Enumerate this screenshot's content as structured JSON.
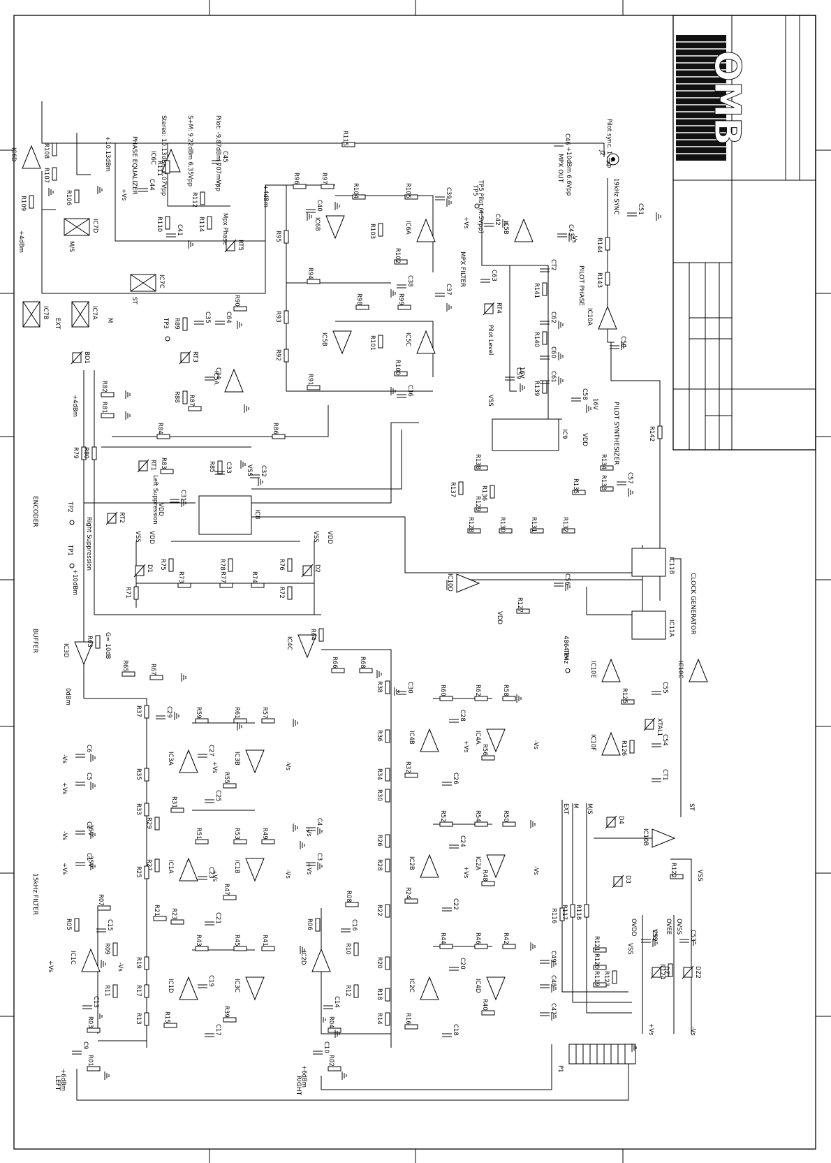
{
  "title_block": {
    "logo": "OMB"
  },
  "sections": {
    "encoder": "ENCODER",
    "buffer": "BUFFER",
    "filter_15k": "15kHz FILTER",
    "mpx_filter": "MPX FILTER",
    "pilot_synth": "PILOT SYNTHESIZER",
    "clock_gen": "CLOCK GENERATOR",
    "pilot_phase": "PILOT PHASE",
    "phase_eq": "PHASE EQUALIZER",
    "left_in": "LEFT",
    "right_in": "RIGHT",
    "mpx_out": "MPX OUT"
  },
  "levels": {
    "left_in": "+6dBm",
    "right_in": "+6dBm",
    "lvl_plus4_a": "+4dBm",
    "lvl_plus4_b": "+4dBm",
    "lvl_plus4_c": "+4dBm",
    "lvl_plus10_a": "+10dBm",
    "lvl_plus10_b": "+10.13dBm",
    "lvl_0": "0dBm",
    "mpx_out_lvl": "+10dBm 6.6Vpp",
    "pilot_sync": "Pilot sync. 1 Vpp",
    "stereo_note": "Stereo: 10.13dBm 7.07Vpp",
    "spm_note": "S+M: 9.22dBm 6.35Vpp",
    "pilot_note": "Pilot: -9.87dBm 707mVpp",
    "tp5_note": "TP5 Pilot (4.5Vpp)",
    "sync_19k": "19kHz SYNC",
    "clk_freq": "4864 kHz",
    "g10db": "G= 10dB"
  },
  "test_points": {
    "tp1": "TP1",
    "tp2": "TP2",
    "tp3": "TP3",
    "tp4": "TP4",
    "tp5": "TP5"
  },
  "ic_labels": {
    "ic1a": "IC1A",
    "ic1b": "IC1B",
    "ic1c": "IC1C",
    "ic1d": "IC1D",
    "ic2a": "IC2A",
    "ic2b": "IC2B",
    "ic2c": "IC2C",
    "ic2d": "IC2D",
    "ic3a": "IC3A",
    "ic3b": "IC3B",
    "ic3c": "IC3C",
    "ic3d": "IC3D",
    "ic4a": "IC4A",
    "ic4b": "IC4B",
    "ic4c": "IC4C",
    "ic4d": "IC4D",
    "ic5a": "IC5A",
    "ic5b": "IC5B",
    "ic5c": "IC5C",
    "ic6a": "IC6A",
    "ic6b": "IC6B",
    "ic6c": "IC6C",
    "ic6d": "IC6D",
    "ic7a": "IC7A",
    "ic7b": "IC7B",
    "ic7c": "IC7C",
    "ic7d": "IC7D",
    "ic8": "IC8",
    "ic9": "IC9",
    "ic10a": "IC10A",
    "ic10b": "IC10B",
    "ic10c": "IC10C",
    "ic10d": "IC10D",
    "ic10e": "IC10E",
    "ic10f": "IC10F",
    "ic11a": "IC11A",
    "ic11b": "IC11B"
  },
  "resistors": {
    "r01": "R01",
    "r02": "R02",
    "r03": "R03",
    "r04": "R04",
    "r05": "R05",
    "r06": "R06",
    "r07": "R07",
    "r08": "R08",
    "r09": "R09",
    "r10": "R10",
    "r11": "R11",
    "r12": "R12",
    "r13": "R13",
    "r14": "R14",
    "r15": "R15",
    "r16": "R16",
    "r17": "R17",
    "r18": "R18",
    "r19": "R19",
    "r20": "R20",
    "r21": "R21",
    "r22": "R22",
    "r23": "R23",
    "r24": "R24",
    "r25": "R25",
    "r26": "R26",
    "r27": "R27",
    "r28": "R28",
    "r29": "R29",
    "r30": "R30",
    "r31": "R31",
    "r32": "R32",
    "r33": "R33",
    "r34": "R34",
    "r35": "R35",
    "r36": "R36",
    "r37": "R37",
    "r38": "R38",
    "r39": "R39",
    "r40": "R40",
    "r41": "R41",
    "r42": "R42",
    "r43": "R43",
    "r44": "R44",
    "r45": "R45",
    "r46": "R46",
    "r47": "R47",
    "r48": "R48",
    "r49": "R49",
    "r50": "R50",
    "r51": "R51",
    "r52": "R52",
    "r53": "R53",
    "r54": "R54",
    "r55": "R55",
    "r56": "R56",
    "r57": "R57",
    "r58": "R58",
    "r59": "R59",
    "r60": "R60",
    "r61": "R61",
    "r62": "R62",
    "r63": "R63",
    "r64": "R64",
    "r65": "R65",
    "r66": "R66",
    "r67": "R67",
    "r68": "R68",
    "r71": "R71",
    "r72": "R72",
    "r73": "R73",
    "r74": "R74",
    "r75": "R75",
    "r76": "R76",
    "r77": "R77",
    "r78": "R78",
    "r79": "R79",
    "r80": "R80",
    "r81": "R81",
    "r82": "R82",
    "r83": "R83",
    "r84": "R84",
    "r85": "R85",
    "r86": "R86",
    "r87": "R87",
    "r88": "R88",
    "r89": "R89",
    "r90": "R90",
    "r91": "R91",
    "r92": "R92",
    "r93": "R93",
    "r94": "R94",
    "r95": "R95",
    "r96": "R96",
    "r97": "R97",
    "r98": "R98",
    "r99": "R99",
    "r100": "R100",
    "r101": "R101",
    "r102": "R102",
    "r103": "R103",
    "r104": "R104",
    "r105": "R105",
    "r106": "R106",
    "r107": "R107",
    "r108": "R108",
    "r109": "R109",
    "r110": "R110",
    "r111": "R111",
    "r112": "R112",
    "r113": "R113",
    "r114": "R114",
    "r115": "R115",
    "r116": "R116",
    "r117": "R117",
    "r118": "R118",
    "r119": "R119",
    "r120": "R120",
    "r121": "R121",
    "r122": "R122",
    "r123": "R123",
    "r124": "R124",
    "r125": "R125",
    "r126": "R126",
    "r127": "R127",
    "r128": "R128",
    "r129": "R129",
    "r130": "R130",
    "r131": "R131",
    "r132": "R132",
    "r133": "R133",
    "r134": "R134",
    "r135": "R135",
    "r136": "R136",
    "r137": "R137",
    "r138": "R138",
    "r139": "R139",
    "r140": "R140",
    "r141": "R141",
    "r142": "R142",
    "r143": "R143",
    "r144": "R144"
  },
  "capacitors": {
    "c1": "C1",
    "c2": "C2",
    "c3": "C3",
    "c4": "C4",
    "c5": "C5",
    "c6": "C6",
    "c9": "C9",
    "c10": "C10",
    "c13": "C13",
    "c14": "C14",
    "c15": "C15",
    "c16": "C16",
    "c17": "C17",
    "c18": "C18",
    "c19": "C19",
    "c20": "C20",
    "c21": "C21",
    "c22": "C22",
    "c23": "C23",
    "c24": "C24",
    "c25": "C25",
    "c26": "C26",
    "c27": "C27",
    "c28": "C28",
    "c29": "C29",
    "c30": "C30",
    "c31": "C31",
    "c32": "C32",
    "c33": "C33",
    "c34": "C34",
    "c35": "C35",
    "c36": "C36",
    "c37": "C37",
    "c38": "C38",
    "c39": "C39",
    "c40": "C40",
    "c41": "C41",
    "c42": "C42",
    "c43": "C43",
    "c44": "C44",
    "c45": "C45",
    "c46": "C46",
    "c47": "C47",
    "c48": "C48",
    "c49": "C49",
    "c50": "C50",
    "c51": "C51",
    "c52": "C52",
    "c53": "C53",
    "c54": "C54",
    "c55": "C55",
    "c56": "C56",
    "c57": "C57",
    "c58": "C58",
    "c59": "C59",
    "c60": "C60",
    "c61": "C61",
    "c62": "C62",
    "c63": "C63",
    "c64": "C64",
    "ct1": "CT1",
    "ct2": "CT2"
  },
  "others": {
    "rt1": "RT1",
    "rt2": "RT2",
    "rt3": "RT3",
    "rt4": "RT4",
    "rt5": "RT5",
    "d1": "D1",
    "d2": "D2",
    "d3": "D3",
    "d4": "D4",
    "dz1": "DZ1",
    "dz2": "DZ2",
    "xtal1": "XTAL1",
    "p1": "P1",
    "j2": "J2",
    "bd1": "BD1",
    "v35a": "35V",
    "v35b": "35V",
    "v16a": "16V",
    "v16b": "16V",
    "vss": "VSS",
    "vdd": "VDD",
    "vs_pos": "+Vs",
    "vs_neg": "-Vs",
    "ovdd": "OVDD",
    "ovee": "OVEE",
    "ovss": "OVSS",
    "sw_ext": "EXT",
    "sw_m": "M",
    "sw_st": "ST",
    "sw_ms": "M/S",
    "right_supp": "Right Suppression",
    "left_supp": "Left Suppression",
    "mpx_phase": "Mpx Phase",
    "pilot_level": "Pilot Level"
  }
}
